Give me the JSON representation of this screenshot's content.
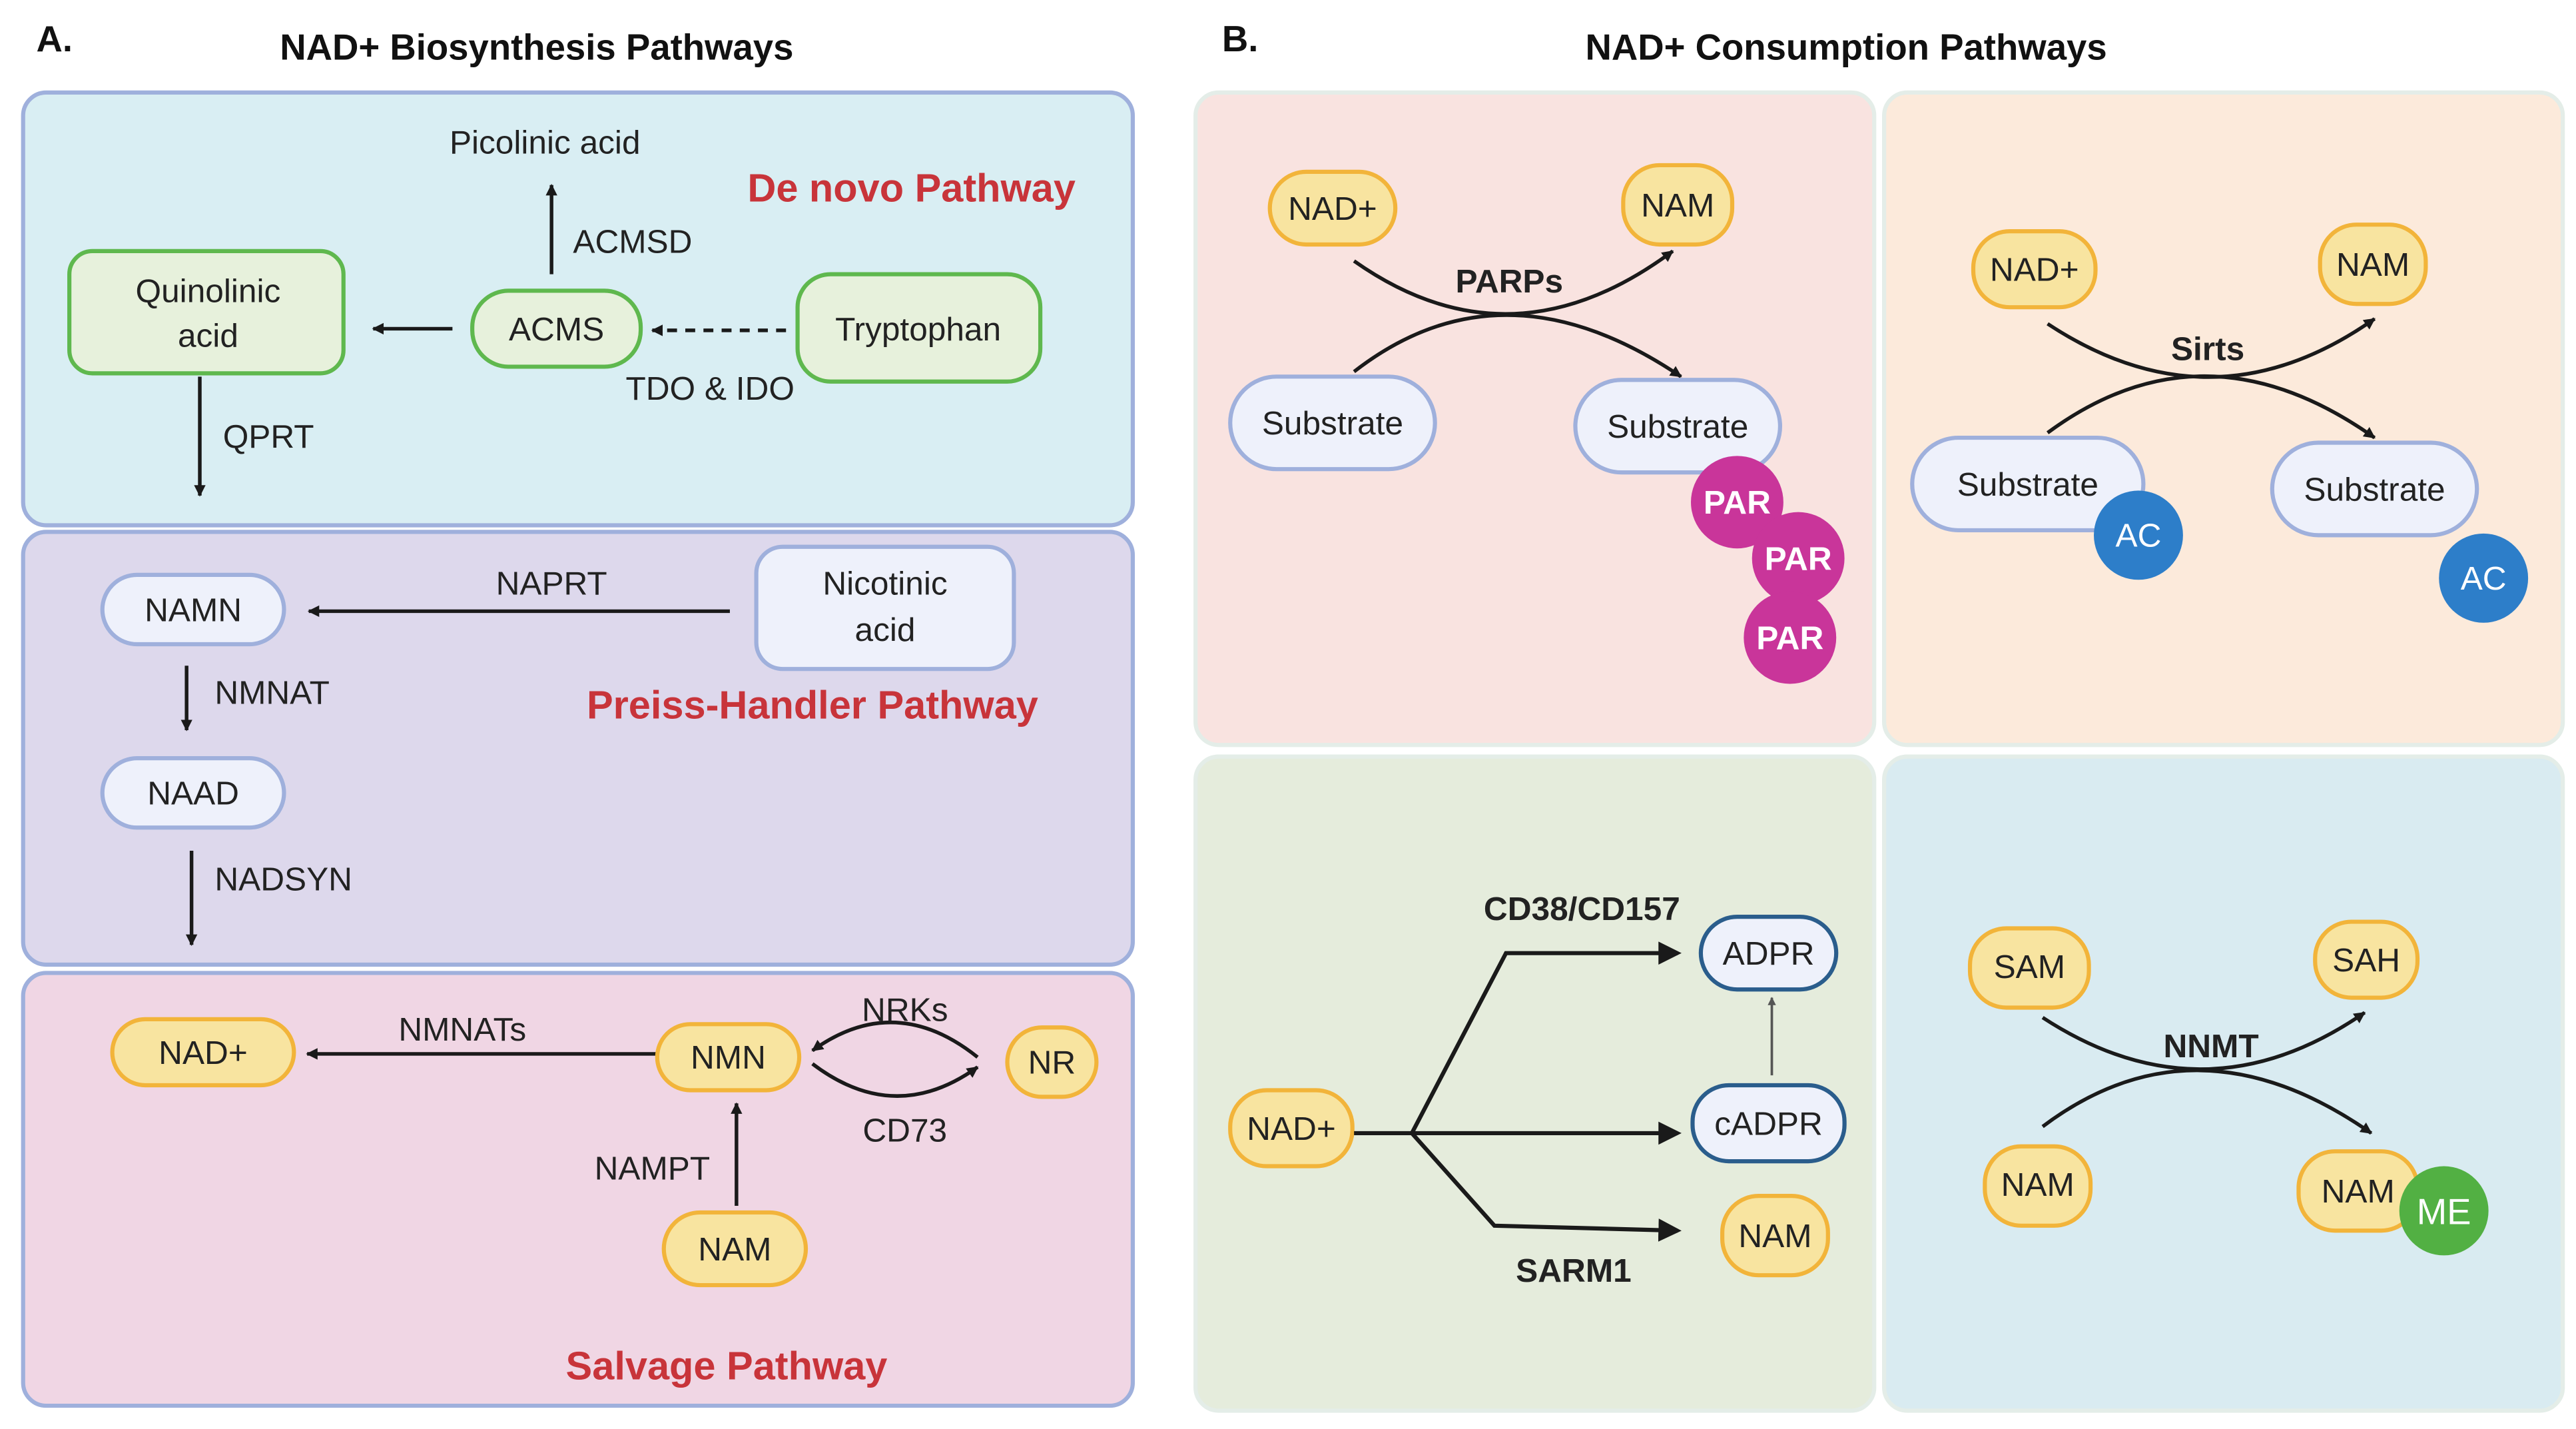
{
  "panel_a": {
    "letter": "A.",
    "title": "NAD+ Biosynthesis Pathways",
    "de_novo": {
      "name": "De novo Pathway",
      "picolinic_acid": "Picolinic acid",
      "acmsd": "ACMSD",
      "quinolinic_acid_line1": "Quinolinic",
      "quinolinic_acid_line2": "acid",
      "acms": "ACMS",
      "tryptophan": "Tryptophan",
      "tdo_ido": "TDO & IDO",
      "qprt": "QPRT"
    },
    "preiss_handler": {
      "name": "Preiss-Handler Pathway",
      "namn": "NAMN",
      "naprt": "NAPRT",
      "nicotinic_acid_line1": "Nicotinic",
      "nicotinic_acid_line2": "acid",
      "nmnat": "NMNAT",
      "naad": "NAAD",
      "nadsyn": "NADSYN"
    },
    "salvage": {
      "name": "Salvage Pathway",
      "nad_plus": "NAD+",
      "nmnats": "NMNATs",
      "nmn": "NMN",
      "nrks": "NRKs",
      "nr": "NR",
      "cd73": "CD73",
      "nampt": "NAMPT",
      "nam": "NAM"
    }
  },
  "panel_b": {
    "letter": "B.",
    "title": "NAD+ Consumption Pathways",
    "parps": {
      "nad_plus": "NAD+",
      "nam": "NAM",
      "enzyme": "PARPs",
      "substrate_in": "Substrate",
      "substrate_out": "Substrate",
      "par_tags": [
        "PAR",
        "PAR",
        "PAR"
      ]
    },
    "sirts": {
      "nad_plus": "NAD+",
      "nam": "NAM",
      "enzyme": "Sirts",
      "substrate_in": "Substrate",
      "substrate_out": "Substrate",
      "ac_in": "AC",
      "ac_out": "AC"
    },
    "cd38": {
      "nad_plus": "NAD+",
      "enzyme_top": "CD38/CD157",
      "enzyme_bottom": "SARM1",
      "adpr": "ADPR",
      "cadpr": "cADPR",
      "nam": "NAM"
    },
    "nnmt": {
      "sam": "SAM",
      "sah": "SAH",
      "enzyme": "NNMT",
      "nam_in": "NAM",
      "nam_out": "NAM",
      "me": "ME"
    }
  },
  "colors": {
    "de_novo_bg": "#d9eef3",
    "preiss_bg": "#ddd8ec",
    "salvage_bg": "#f0d6e4",
    "panel_border": "#9fb0dc",
    "parps_bg": "#f9e3e0",
    "sirts_bg": "#fceadb",
    "cd38_bg": "#e5ecdc",
    "nnmt_bg": "#d9ebf1",
    "green_node_fill": "#e7f1dc",
    "green_node_stroke": "#5fb84e",
    "blue_node_fill": "#eef1fb",
    "blue_node_stroke": "#9fb0dc",
    "yellow_node_fill": "#f8e4a0",
    "yellow_node_stroke": "#f2b43a",
    "dark_blue_stroke": "#2a5d8c",
    "par_fill": "#c9359a",
    "ac_fill": "#2d7ec9",
    "me_fill": "#52b043",
    "pathway_title": "#c8343a"
  }
}
